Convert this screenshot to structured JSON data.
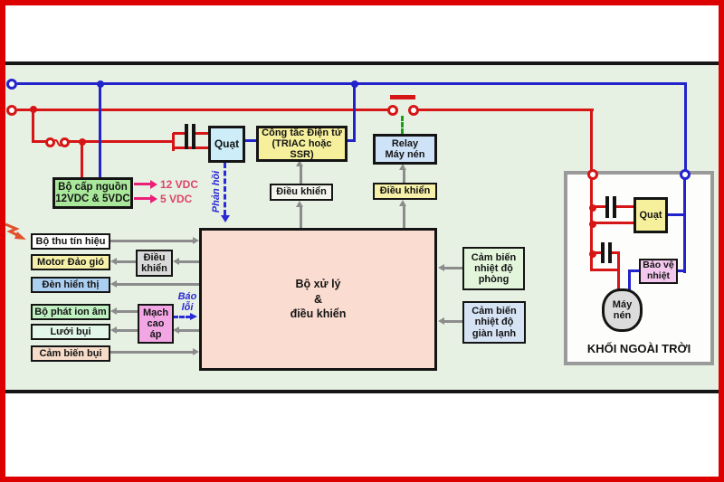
{
  "colors": {
    "frame_red": "#dd0000",
    "wire_red": "#d61616",
    "wire_blue": "#2323cc",
    "wire_gray": "#8c8c8c",
    "dash_green": "#17a017",
    "feedback_blue": "#2a2ad6",
    "vdc_pink": "#ea1f78",
    "panel_green": "#e7f1e3"
  },
  "power": {
    "lines": [
      "Bộ cấp nguồn",
      "12VDC & 5VDC"
    ],
    "out12": "12 VDC",
    "out5": "5 VDC"
  },
  "indoor": {
    "fan": "Quạt",
    "switch_lines": [
      "Công tắc Điện tử",
      "(TRIAC hoặc SSR)"
    ],
    "relay_lines": [
      "Relay",
      "Máy nén"
    ],
    "control_switch": "Điều khiển",
    "control_relay": "Điều khiển",
    "feedback": "Phản hồi",
    "processor_lines": [
      "Bộ xử lý",
      "&",
      "điều khiển"
    ],
    "signal_receiver": "Bộ thu tín hiệu",
    "swing_motor": "Motor Đảo gió",
    "control_motor_lines": [
      "Điều",
      "khiển"
    ],
    "display": "Đèn hiển thị",
    "ion_generator": "Bộ phát ion âm",
    "hv_lines": [
      "Mạch",
      "cao",
      "áp"
    ],
    "dust_filter": "Lưới bụi",
    "dust_sensor": "Cảm biến bụi",
    "error_lines": [
      "Báo",
      "lỗi"
    ],
    "room_sensor_lines": [
      "Cảm biến",
      "nhiệt độ",
      "phòng"
    ],
    "coil_sensor_lines": [
      "Cảm biến",
      "nhiệt độ",
      "giàn lạnh"
    ]
  },
  "outdoor": {
    "title": "KHỐI NGOÀI TRỜI",
    "fan": "Quạt",
    "thermal_lines": [
      "Bảo vệ",
      "nhiệt"
    ],
    "compressor_lines": [
      "Máy",
      "nén"
    ]
  }
}
